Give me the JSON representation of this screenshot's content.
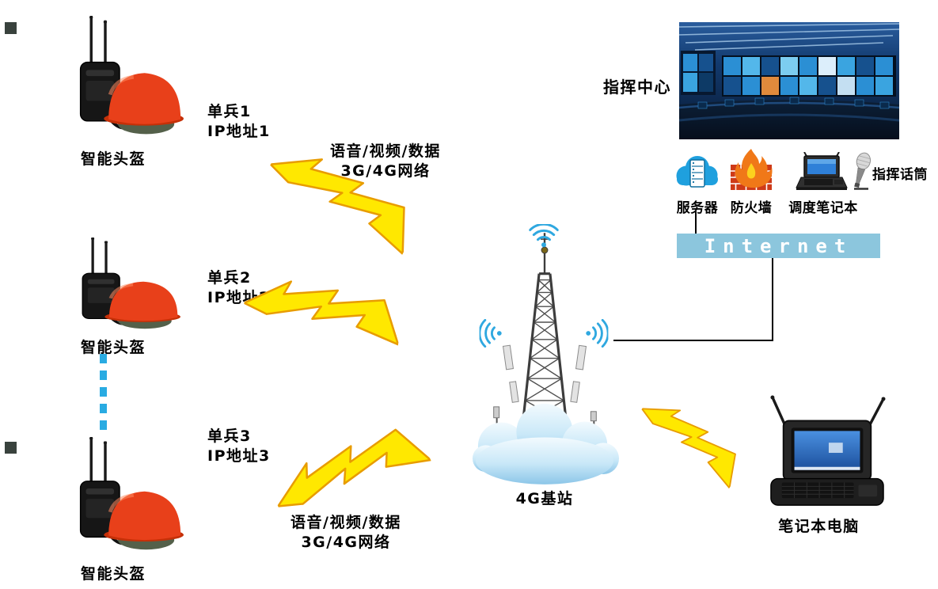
{
  "helmets": [
    {
      "label": "智能头盔"
    },
    {
      "label": "智能头盔"
    },
    {
      "label": "智能头盔"
    }
  ],
  "soldiers": [
    {
      "name": "单兵1",
      "ip": "IP地址1"
    },
    {
      "name": "单兵2",
      "ip": "IP地址2"
    },
    {
      "name": "单兵3",
      "ip": "IP地址3"
    }
  ],
  "wireless_links": {
    "top": {
      "line1": "语音/视频/数据",
      "line2": "3G/4G网络"
    },
    "bottom": {
      "line1": "语音/视频/数据",
      "line2": "3G/4G网络"
    }
  },
  "base_station": {
    "label": "4G基站"
  },
  "command_center": {
    "label": "指挥中心",
    "server_label": "服务器",
    "firewall_label": "防火墙",
    "dispatch_laptop_label": "调度笔记本",
    "microphone_label": "指挥话筒"
  },
  "internet": {
    "label": "Internet"
  },
  "field_laptop": {
    "label": "笔记本电脑"
  },
  "colors": {
    "lightning_fill": "#FFE800",
    "lightning_stroke": "#E89C00",
    "internet_bar_bg": "#8CC6DD",
    "internet_text": "#FFFFFF",
    "ellipsis_dashes": "#29ABE2",
    "wifi_blue": "#2FA8E0",
    "helmet_red": "#E8401A",
    "cloud_blue": "#9FD4EF"
  }
}
